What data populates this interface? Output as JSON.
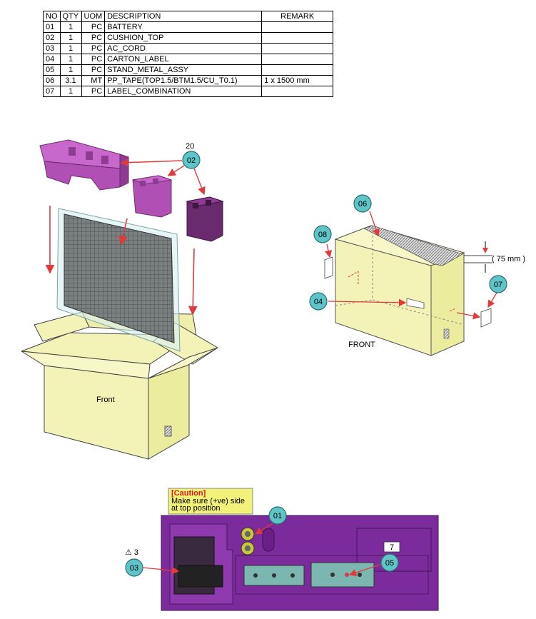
{
  "table": {
    "headers": [
      "NO",
      "QTY",
      "UOM",
      "DESCRIPTION",
      "REMARK"
    ],
    "rows": [
      [
        "01",
        "1",
        "PC",
        "BATTERY",
        ""
      ],
      [
        "02",
        "1",
        "PC",
        "CUSHION_TOP",
        ""
      ],
      [
        "03",
        "1",
        "PC",
        "AC_CORD",
        ""
      ],
      [
        "04",
        "1",
        "PC",
        "CARTON_LABEL",
        ""
      ],
      [
        "05",
        "1",
        "PC",
        "STAND_METAL_ASSY",
        ""
      ],
      [
        "06",
        "3.1",
        "MT",
        "PP_TAPE(TOP1.5/BTM1.5/CU_T0.1)",
        "1 x 1500 mm"
      ],
      [
        "07",
        "1",
        "PC",
        "LABEL_COMBINATION",
        ""
      ]
    ]
  },
  "packing": {
    "count_label": "20",
    "cushion_callout": "02",
    "box_label": "Front"
  },
  "carton": {
    "tape_callout": "06",
    "left_label_callout": "08",
    "carton_label_callout": "04",
    "combo_label_callout": "07",
    "dimension": "( 75 mm )",
    "front_label": "FRONT"
  },
  "accessory": {
    "caution_title": "[Caution]",
    "caution_line1": "Make sure (+ve) side",
    "caution_line2": "at top position",
    "battery_callout": "01",
    "cord_callout": "03",
    "cord_note": "⚠ 3",
    "stand_callout": "05",
    "stand_qty": "7"
  },
  "colors": {
    "callout_fill": "#5ec4c8",
    "cushion_purple": "#b04fb4",
    "tray_purple": "#7b2b9c",
    "carton_fill": "#f3f3b8",
    "caution_fill": "#f2f27a",
    "arrow_red": "#e23a3a"
  }
}
